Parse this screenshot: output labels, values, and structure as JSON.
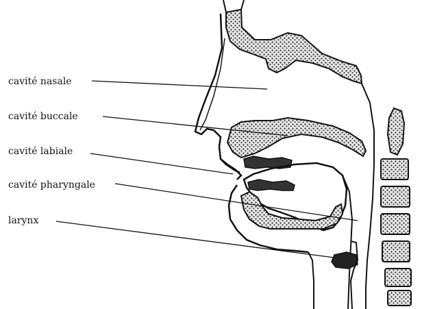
{
  "labels": {
    "nasal": "cavité nasale",
    "buccal": "cavité buccale",
    "labial": "cavité labiale",
    "pharyngeal": "cavité pharyngale",
    "larynx": "larynx"
  },
  "colors": {
    "ink": "#111111",
    "bone_fill": "#d9d9d9",
    "bone_dots": "#222222",
    "background": "#ffffff"
  }
}
